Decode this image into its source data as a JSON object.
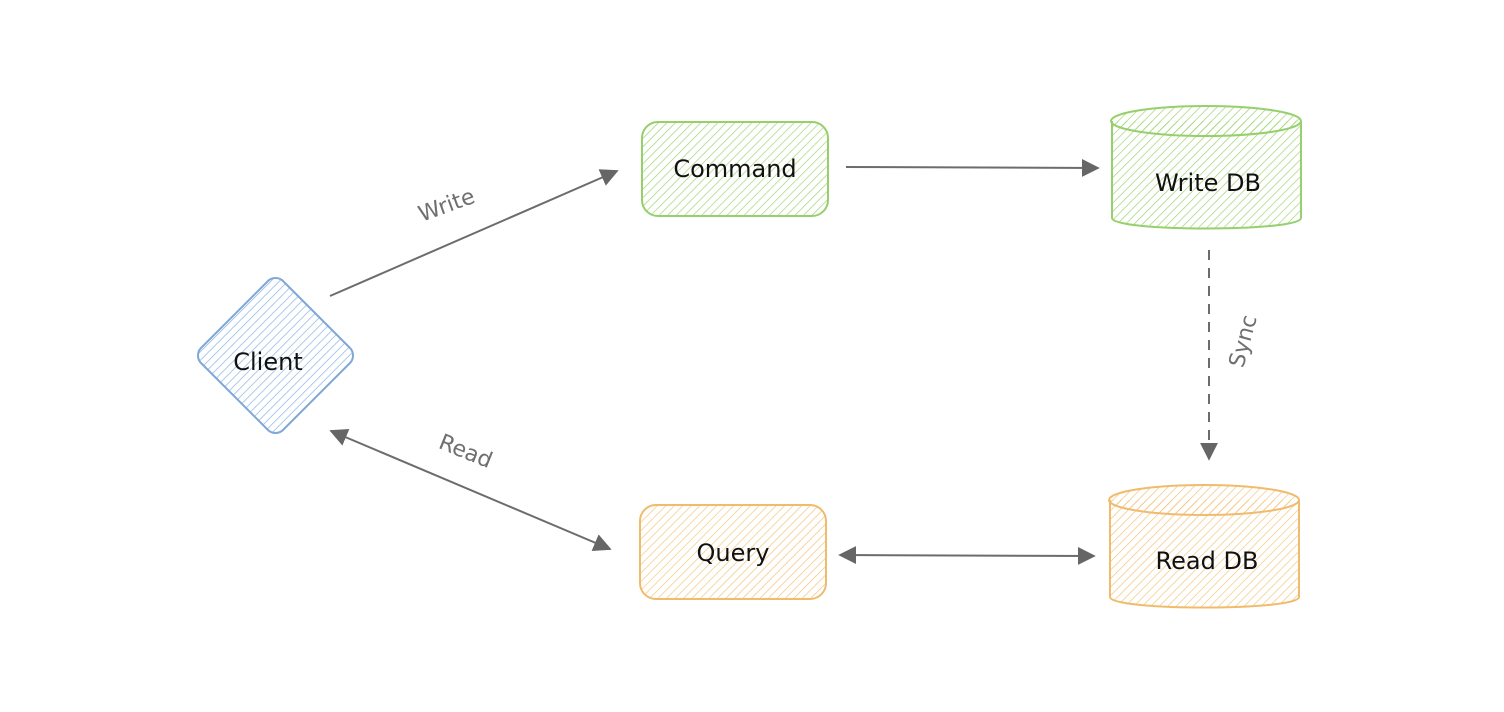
{
  "diagram": {
    "nodes": {
      "client": {
        "label": "Client",
        "shape": "diamond",
        "fill": "#a5c8ec",
        "stroke": "#7fa7d8"
      },
      "command": {
        "label": "Command",
        "shape": "rounded-rect",
        "fill": "#b2e08a",
        "stroke": "#97cf6c"
      },
      "write_db": {
        "label": "Write DB",
        "shape": "cylinder",
        "fill": "#b2e08a",
        "stroke": "#97cf6c"
      },
      "query": {
        "label": "Query",
        "shape": "rounded-rect",
        "fill": "#f7cf8f",
        "stroke": "#f0bb6c"
      },
      "read_db": {
        "label": "Read DB",
        "shape": "cylinder",
        "fill": "#f7cf8f",
        "stroke": "#f0bb6c"
      }
    },
    "edges": {
      "write": {
        "label": "Write",
        "from": "client",
        "to": "command",
        "style": "solid",
        "direction": "forward"
      },
      "persist": {
        "label": "",
        "from": "command",
        "to": "write_db",
        "style": "solid",
        "direction": "forward"
      },
      "sync": {
        "label": "Sync",
        "from": "write_db",
        "to": "read_db",
        "style": "dashed",
        "direction": "forward"
      },
      "read": {
        "label": "Read",
        "from": "client",
        "to": "query",
        "style": "solid",
        "direction": "both"
      },
      "query_db": {
        "label": "",
        "from": "query",
        "to": "read_db",
        "style": "solid",
        "direction": "both"
      }
    },
    "colors": {
      "edge": "#6c6c6c",
      "edge_label": "#6f6f6f",
      "text": "#111111"
    }
  }
}
